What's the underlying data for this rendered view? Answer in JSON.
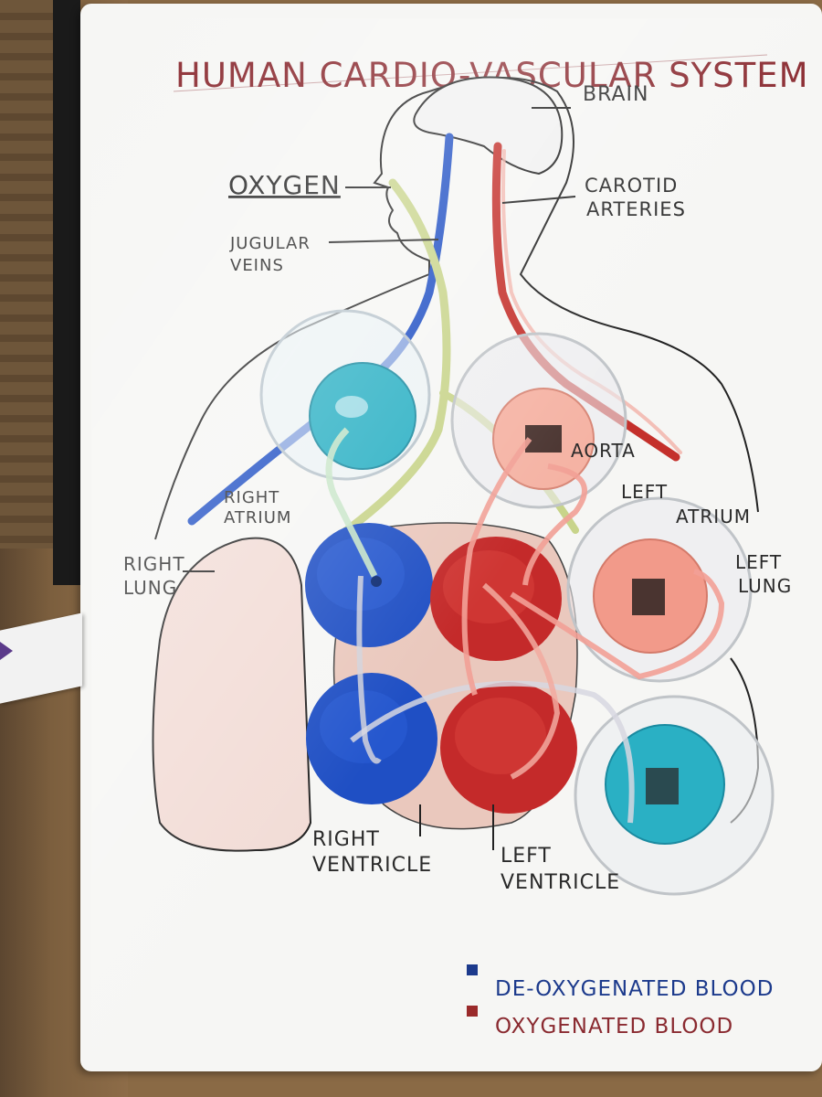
{
  "title": "HUMAN CARDIO-VASCULAR SYSTEM",
  "labels": {
    "brain": "BRAIN",
    "oxygen": "OXYGEN",
    "carotid_1": "CAROTID",
    "carotid_2": "ARTERIES",
    "jugular_1": "JUGULAR",
    "jugular_2": "VEINS",
    "aorta": "AORTA",
    "right_atrium_1": "RIGHT",
    "right_atrium_2": "ATRIUM",
    "left_atrium_1": "LEFT",
    "left_atrium_2": "ATRIUM",
    "right_lung_1": "RIGHT",
    "right_lung_2": "LUNG",
    "left_lung_1": "LEFT",
    "left_lung_2": "LUNG",
    "right_ventricle_1": "RIGHT",
    "right_ventricle_2": "VENTRICLE",
    "left_ventricle_1": "LEFT",
    "left_ventricle_2": "VENTRICLE"
  },
  "legend": [
    {
      "label": "DE-OXYGENATED BLOOD",
      "color": "#1c3a8c"
    },
    {
      "label": "OXYGENATED BLOOD",
      "color": "#9a2a2a"
    }
  ],
  "colors": {
    "deoxygenated": "#1f4fc4",
    "oxygenated": "#c4302b",
    "water_blue": "#2ab0c4",
    "water_pink": "#f29a8a",
    "lung_fill": "#f2dcd6",
    "title_ink": "#8a2a30"
  }
}
